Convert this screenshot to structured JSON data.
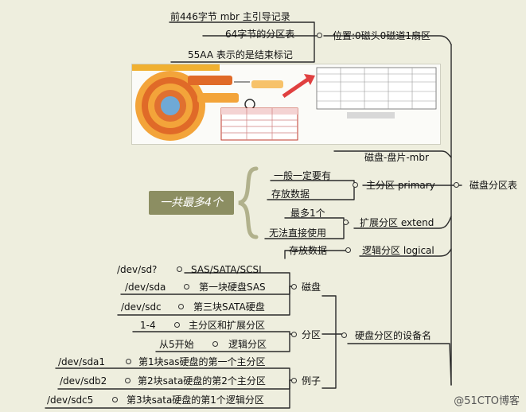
{
  "nodes": {
    "root": "磁盘分区表",
    "pos": "位置:0磁头0磁道1扇区",
    "pos_c1": "前446字节 mbr 主引导记录",
    "pos_c2": "64字节的分区表",
    "pos_c3": "55AA 表示的是结束标记",
    "disk": "磁盘-盘片-mbr",
    "primary": "主分区 primary",
    "primary_c1": "一般一定要有",
    "primary_c2": "存放数据",
    "extend": "扩展分区 extend",
    "extend_c1": "最多1个",
    "extend_c2": "无法直接使用",
    "logical": "逻辑分区 logical",
    "logical_c1": "存放数据",
    "devname": "硬盘分区的设备名",
    "dn_disk": "磁盘",
    "dn_disk_c1": "/dev/sd?",
    "dn_disk_c1d": "SAS/SATA/SCSI",
    "dn_disk_c2": "/dev/sda",
    "dn_disk_c2d": "第一块硬盘SAS",
    "dn_disk_c3": "/dev/sdc",
    "dn_disk_c3d": "第三块SATA硬盘",
    "dn_part": "分区",
    "dn_part_c1": "1-4",
    "dn_part_c1d": "主分区和扩展分区",
    "dn_part_c2": "从5开始",
    "dn_part_c2d": "逻辑分区",
    "dn_ex": "例子",
    "dn_ex_c1": "/dev/sda1",
    "dn_ex_c1d": "第1块sas硬盘的第一个主分区",
    "dn_ex_c2": "/dev/sdb2",
    "dn_ex_c2d": "第2块sata硬盘的第2个主分区",
    "dn_ex_c3": "/dev/sdc5",
    "dn_ex_c3d": "第3块sata硬盘的第1个逻辑分区"
  },
  "banner": "一共最多4个",
  "watermark": "@51CTO博客",
  "colors": {
    "background": "#eeeede",
    "line": "#2a2a2a",
    "banner": "#8c8e62",
    "brace": "#b1b18c"
  }
}
